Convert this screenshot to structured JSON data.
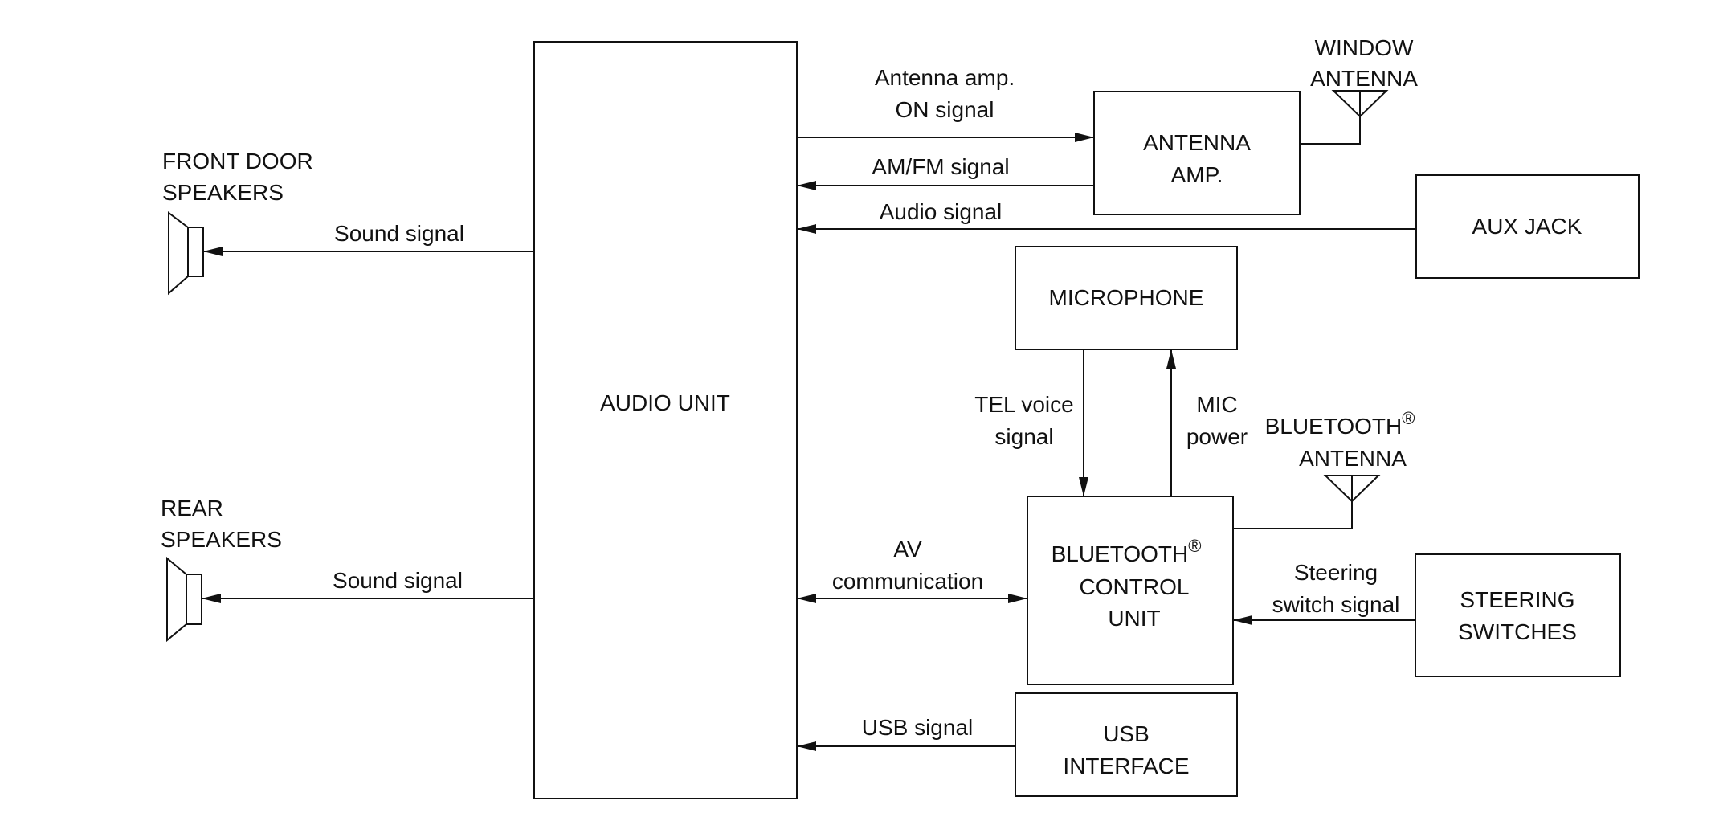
{
  "blocks": {
    "audio_unit": "AUDIO UNIT",
    "antenna_amp": [
      "ANTENNA",
      "AMP."
    ],
    "aux_jack": "AUX JACK",
    "microphone": "MICROPHONE",
    "bt_control": [
      "BLUETOOTH",
      "CONTROL",
      "UNIT"
    ],
    "registered": "®",
    "steering_switches": [
      "STEERING",
      "SWITCHES"
    ],
    "usb_interface": [
      "USB",
      "INTERFACE"
    ]
  },
  "antennas": {
    "window": [
      "WINDOW",
      "ANTENNA"
    ],
    "bluetooth": [
      "BLUETOOTH",
      "ANTENNA"
    ]
  },
  "speakers": {
    "front": [
      "FRONT DOOR",
      "SPEAKERS"
    ],
    "rear": [
      "REAR",
      "SPEAKERS"
    ]
  },
  "signals": {
    "antenna_amp_on": [
      "Antenna amp.",
      "ON signal"
    ],
    "am_fm": "AM/FM signal",
    "audio": "Audio signal",
    "sound_front": "Sound signal",
    "sound_rear": "Sound signal",
    "tel_voice": [
      "TEL voice",
      "signal"
    ],
    "mic_power": [
      "MIC",
      "power"
    ],
    "av_comm": [
      "AV",
      "communication"
    ],
    "steering": [
      "Steering",
      "switch signal"
    ],
    "usb": "USB signal"
  }
}
